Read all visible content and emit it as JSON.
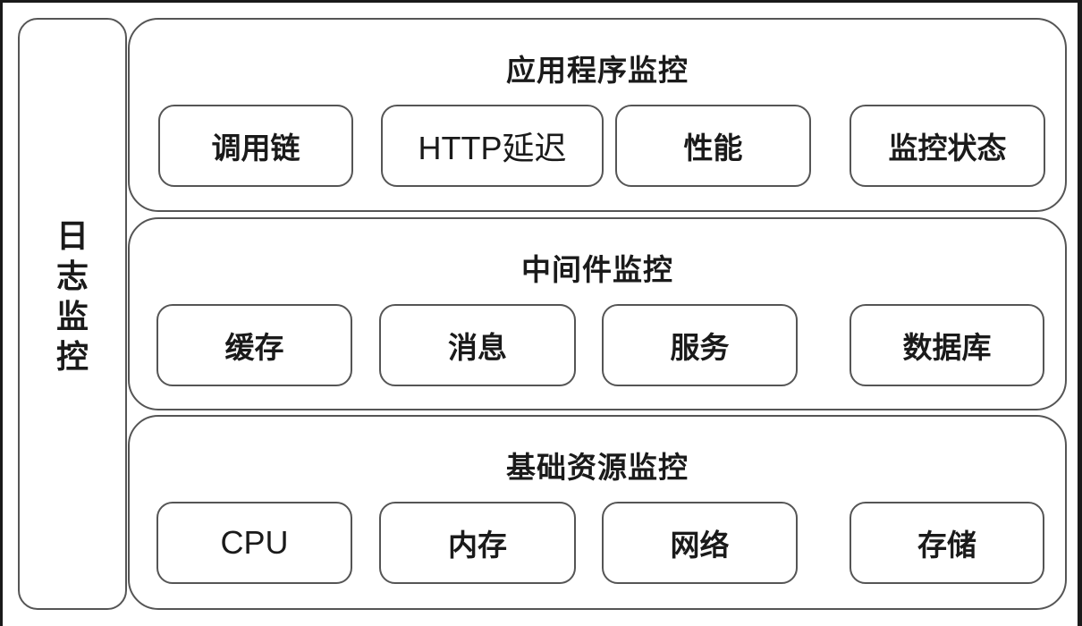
{
  "diagram": {
    "left_column": {
      "label": "日志监控",
      "chars": [
        "日",
        "志",
        "监",
        "控"
      ]
    },
    "layers": [
      {
        "title": "应用程序监控",
        "items": [
          "调用链",
          "HTTP延迟",
          "性能",
          "监控状态"
        ]
      },
      {
        "title": "中间件监控",
        "items": [
          "缓存",
          "消息",
          "服务",
          "数据库"
        ]
      },
      {
        "title": "基础资源监控",
        "items": [
          "CPU",
          "内存",
          "网络",
          "存储"
        ]
      }
    ]
  }
}
